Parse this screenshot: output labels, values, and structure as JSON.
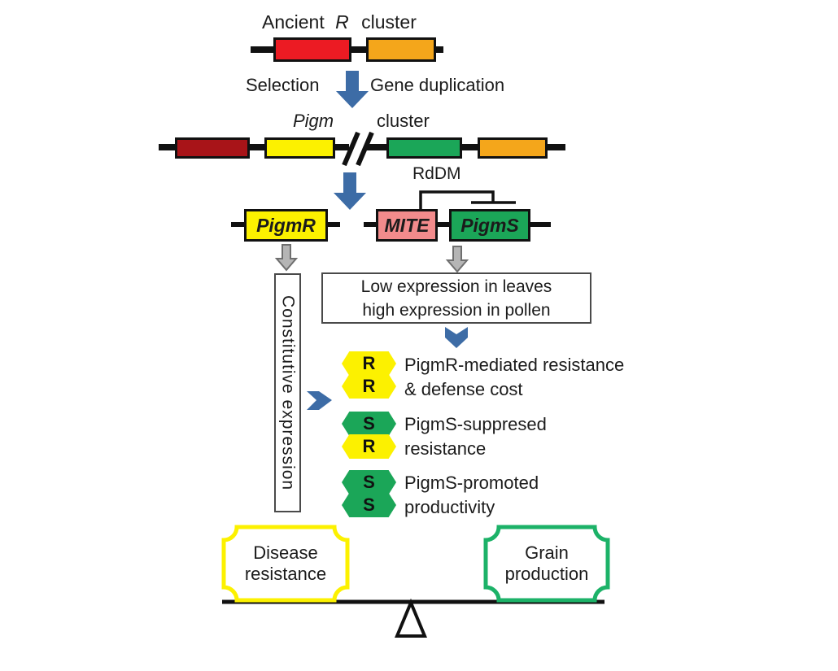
{
  "colors": {
    "red": "#EC1B23",
    "dark_red": "#A81418",
    "orange": "#F4A61B",
    "yellow": "#FCF100",
    "green": "#1BA658",
    "pink": "#F28B8C",
    "blue": "#3D6CA6",
    "gray_fill": "#B5B5B5",
    "gray_stroke": "#6F6F6F",
    "black": "#111111",
    "white": "#FFFFFF",
    "plaque_yellow": "#FCF100",
    "plaque_green": "#1CB268"
  },
  "ancient_cluster": {
    "title_pre": "Ancient",
    "title_gene": "R",
    "title_post": "cluster"
  },
  "transition": {
    "left_label": "Selection",
    "right_label": "Gene duplication"
  },
  "pigm_cluster": {
    "title_gene": "Pigm",
    "title_post": "cluster"
  },
  "rddm": {
    "label": "RdDM"
  },
  "genes": {
    "pigmr": "PigmR",
    "mite": "MITE",
    "pigms": "PigmS"
  },
  "constitutive": {
    "label": "Constitutive expression"
  },
  "expression_box": {
    "line1": "Low expression in leaves",
    "line2": "high expression in pollen"
  },
  "outcomes": [
    {
      "badge1": "R",
      "badge2": "R",
      "line1": "PigmR-mediated resistance",
      "line2": "& defense cost"
    },
    {
      "badge1": "S",
      "badge2": "R",
      "line1": "PigmS-suppresed",
      "line2": "resistance"
    },
    {
      "badge1": "S",
      "badge2": "S",
      "line1": "PigmS-promoted",
      "line2": "productivity"
    }
  ],
  "balance": {
    "left_line1": "Disease",
    "left_line2": "resistance",
    "right_line1": "Grain",
    "right_line2": "production"
  }
}
